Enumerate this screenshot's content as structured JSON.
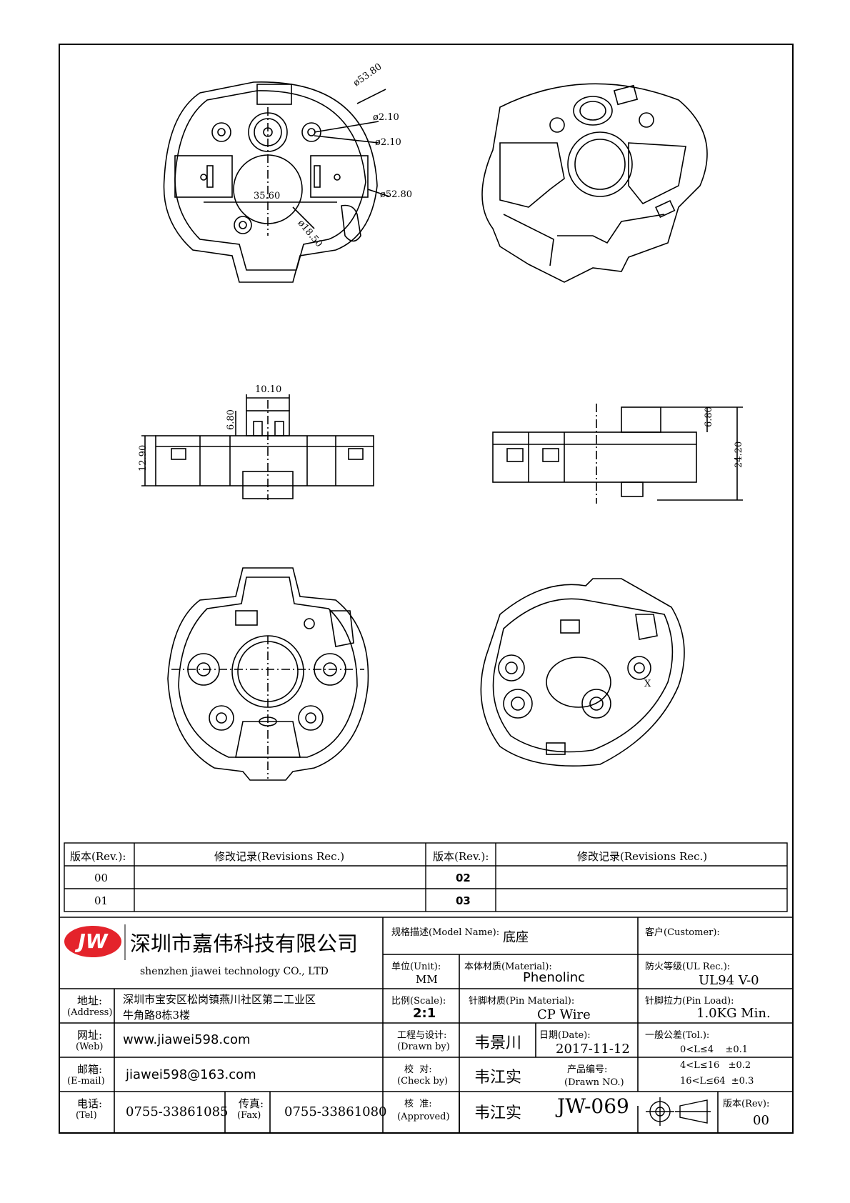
{
  "dimensions": {
    "d1": "ø53.80",
    "d2": "ø2.10",
    "d3": "ø2.10",
    "d4": "ø52.80",
    "d5": "35.60",
    "d6": "ø18.50",
    "d7": "10.10",
    "d8": "6.80",
    "d9": "12.90",
    "d10": "6.80",
    "d11": "24.20",
    "x_mark": "X"
  },
  "revisions": {
    "h_rev": "版本(Rev.):",
    "h_rec": "修改记录(Revisions Rec.)",
    "r1": "00",
    "r2": "01",
    "r3": "02",
    "r4": "03"
  },
  "company": {
    "logo": "JW",
    "name_cn": "深圳市嘉伟科技有限公司",
    "name_en": "shenzhen   jiawei   technology   CO., LTD",
    "addr_label": "地址:",
    "addr_label_en": "(Address)",
    "addr1": "深圳市宝安区松岗镇燕川社区第二工业区",
    "addr2": "牛角路8栋3楼",
    "web_label": "网址:",
    "web_label_en": "(Web)",
    "web": "www.jiawei598.com",
    "mail_label": "邮箱:",
    "mail_label_en": "(E-mail)",
    "mail": "jiawei598@163.com",
    "tel_label": "电话:",
    "tel_label_en": "(Tel)",
    "tel": "0755-33861085",
    "fax_label": "传真:",
    "fax_label_en": "(Fax)",
    "fax": "0755-33861080"
  },
  "spec": {
    "model_label": "规格描述(Model Name):",
    "model": "底座",
    "customer_label": "客户(Customer):",
    "unit_label": "单位(Unit):",
    "unit": "MM",
    "material_label": "本体材质(Material):",
    "material": "Phenolinc",
    "ul_label": "防火等级(UL Rec.):",
    "ul": "UL94 V-0",
    "scale_label": "比例(Scale):",
    "scale": "2:1",
    "pin_mat_label": "针脚材质(Pin Material):",
    "pin_mat": "CP Wire",
    "pin_load_label": "针脚拉力(Pin Load):",
    "pin_load": "1.0KG Min.",
    "drawn_label": "工程与设计:",
    "drawn_label_en": "(Drawn by)",
    "drawn": "韦景川",
    "date_label": "日期(Date):",
    "date": "2017-11-12",
    "tol_label": "一般公差(Tol.):",
    "tol1": "0<L≤4    ±0.1",
    "tol2": "4<L≤16   ±0.2",
    "tol3": "16<L≤64  ±0.3",
    "check_label": "校  对:",
    "check_label_en": "(Check by)",
    "check": "韦江实",
    "drawn_no_label": "产品编号:",
    "drawn_no_label_en": "(Drawn NO.)",
    "approved_label": "核  准:",
    "approved_label_en": "(Approved)",
    "approved": "韦江实",
    "drawn_no": "JW-069",
    "rev_label": "版本(Rev):",
    "rev": "00"
  }
}
